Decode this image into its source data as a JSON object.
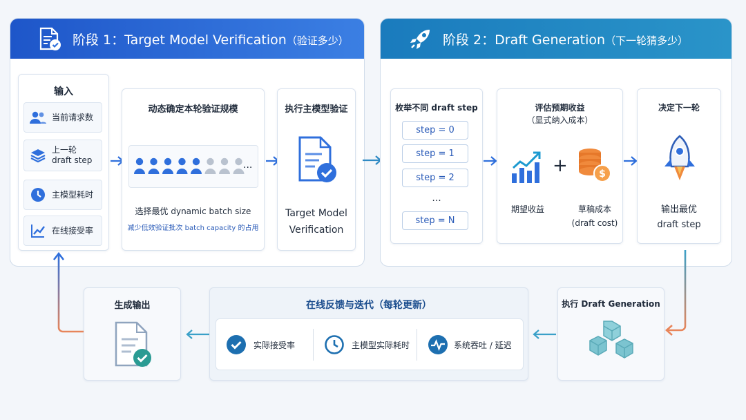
{
  "stage1": {
    "title": "阶段 1：Target Model Verification",
    "title_sub": "（验证多少）",
    "inputs": {
      "title": "输入",
      "items": [
        "当前请求数",
        "上一轮\ndraft step",
        "主模型耗时",
        "在线接受率"
      ]
    },
    "scale": {
      "title": "动态确定本轮验证规模",
      "ellipsis": "...",
      "line1": "选择最优 dynamic batch size",
      "line2": "减少低效验证批次 batch capacity 的占用"
    },
    "verify": {
      "title": "执行主模型验证",
      "caption": "Target Model\nVerification"
    }
  },
  "stage2": {
    "title": "阶段 2：Draft Generation",
    "title_sub": "（下一轮猜多少）",
    "enum": {
      "title": "枚举不同 draft step",
      "steps": [
        "step = 0",
        "step = 1",
        "step = 2",
        "...",
        "step = N"
      ]
    },
    "eval": {
      "title": "评估预期收益",
      "subtitle": "（显式纳入成本）",
      "plus": "+",
      "gain_label": "期望收益",
      "cost_label": "草稿成本",
      "cost_sub": "(draft cost)"
    },
    "decide": {
      "title": "决定下一轮",
      "caption": "输出最优\ndraft step"
    }
  },
  "bottom": {
    "output": {
      "title": "生成输出"
    },
    "feedback": {
      "title": "在线反馈与迭代（每轮更新）",
      "items": [
        "实际接受率",
        "主模型实际耗时",
        "系统吞吐 / 延迟"
      ]
    },
    "exec": {
      "title": "执行 Draft Generation"
    }
  },
  "colors": {
    "blue": "#2f6fdc",
    "teal": "#1d8fb8",
    "grey": "#b9c2cf",
    "orange": "#e8855a"
  }
}
